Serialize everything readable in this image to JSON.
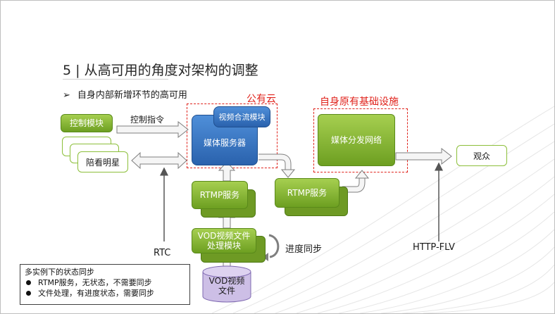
{
  "title": "5 | 从高可用的角度对架构的调整",
  "bullet_marker": "➢",
  "bullet_text": "自身内部新增环节的高可用",
  "groups": {
    "public_cloud": "公有云",
    "own_infra": "自身原有基础设施"
  },
  "nodes": {
    "control_module": "控制模块",
    "companion_star": "陪看明星",
    "video_merge_module": "视频合流模块",
    "media_server": "媒体服务器",
    "cdn": "媒体分发网络",
    "audience": "观众",
    "rtmp_service_1": "RTMP服务",
    "rtmp_service_2": "RTMP服务",
    "vod_processing": "VOD视频文件处理模块",
    "vod_file": "VOD视频文件"
  },
  "edge_labels": {
    "control_command": "控制指令",
    "rtc": "RTC",
    "progress_sync": "进度同步",
    "http_flv": "HTTP-FLV"
  },
  "legend": {
    "title": "多实例下的状态同步",
    "items": [
      "RTMP服务，无状态，不需要同步",
      "文件处理，有进度状态，需要同步"
    ]
  }
}
